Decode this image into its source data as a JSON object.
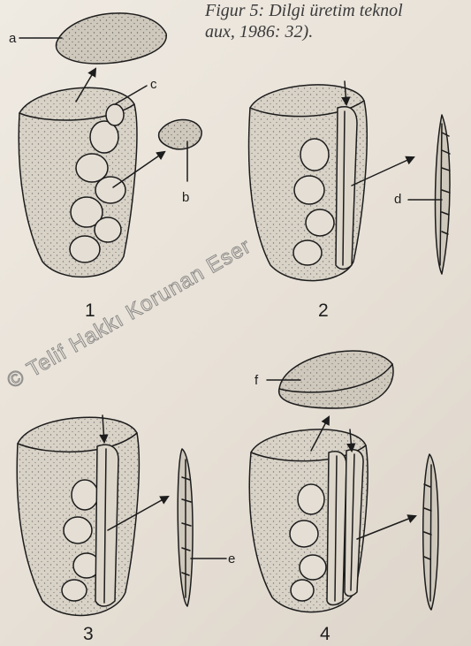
{
  "caption": {
    "line1": "Figur 5: Dilgi üretim teknol",
    "line2": "aux, 1986: 32)."
  },
  "labels": {
    "a": "a",
    "b": "b",
    "c": "c",
    "d": "d",
    "e": "e",
    "f": "f"
  },
  "steps": [
    "1",
    "2",
    "3",
    "4"
  ],
  "watermark": "© Telif Hakkı Korunan Eser"
}
